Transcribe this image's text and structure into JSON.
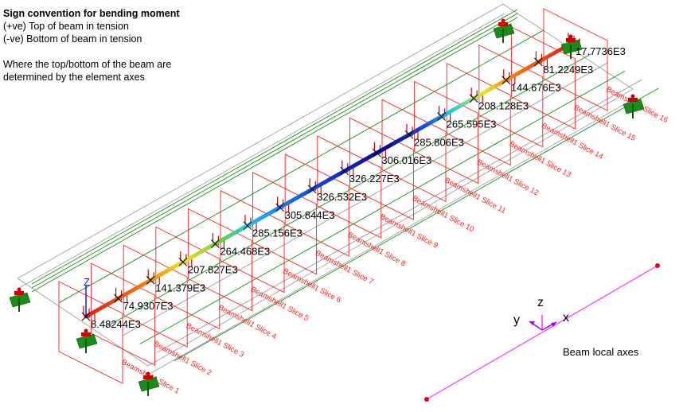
{
  "legend": {
    "title": "Sign convention for bending moment",
    "positive": "(+ve) Top of beam in tension",
    "negative": "(-ve) Bottom of beam in tension",
    "note_line1": "Where the top/bottom of the beam are",
    "note_line2": "determined by the element axes"
  },
  "moments": [
    "8.48244E3",
    "74.9307E3",
    "141.379E3",
    "207.827E3",
    "264.468E3",
    "285.156E3",
    "305.844E3",
    "326.532E3",
    "326.227E3",
    "306.016E3",
    "285.806E3",
    "265.595E3",
    "208.128E3",
    "144.676E3",
    "81.2249E3",
    "17.7736E3"
  ],
  "slices": [
    "Beamshell1 Slice 1",
    "Beamshell1 Slice 2",
    "Beamshell1 Slice 3",
    "Beamshell1 Slice 4",
    "Beamshell1 Slice 5",
    "Beamshell1 Slice 6",
    "Beamshell1 Slice 7",
    "Beamshell1 Slice 8",
    "Beamshell1 Slice 9",
    "Beamshell1 Slice 10",
    "Beamshell1 Slice 11",
    "Beamshell1 Slice 12",
    "Beamshell1 Slice 13",
    "Beamshell1 Slice 14",
    "Beamshell1 Slice 15",
    "Beamshell1 Slice 16"
  ],
  "axes": {
    "z": "z",
    "y": "y",
    "x": "x",
    "caption": "Beam local axes"
  },
  "global_axis": {
    "z": "Z"
  },
  "colors": {
    "slice": "#ff2020",
    "green": "#1a8c1a",
    "frame": "#9a9a9a",
    "axis_line": "#ff33ff",
    "marker": "#e0002a",
    "gradient": [
      "#d62020",
      "#f07c10",
      "#f0e020",
      "#6ad040",
      "#22c8e8",
      "#1a70e0",
      "#1628c0",
      "#0a0a90"
    ]
  }
}
